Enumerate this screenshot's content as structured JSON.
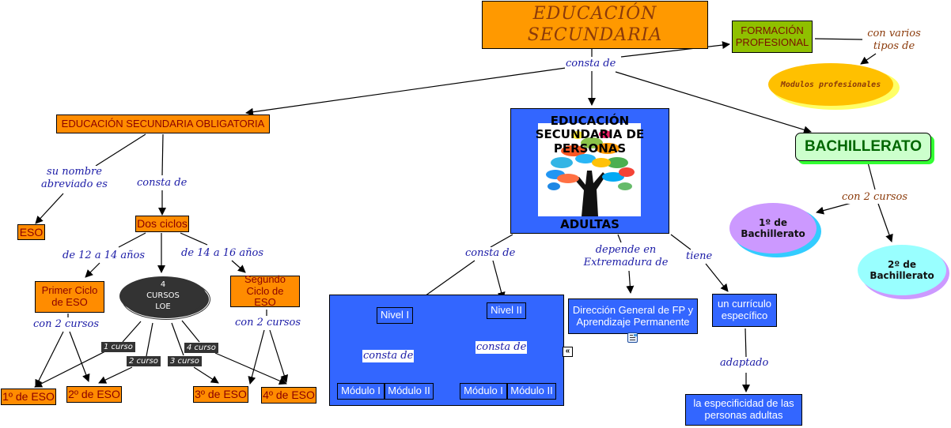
{
  "nodes": {
    "root": "EDUCACIÓN SECUNDARIA",
    "fp": "FORMACIÓN PROFESIONAL",
    "modulos_prof": "Modulos profesionales",
    "bachillerato": "BACHILLERATO",
    "bach1": "1º de Bachillerato",
    "bach2": "2º de Bachillerato",
    "eso_full": "EDUCACIÓN SECUNDARIA OBLIGATORIA",
    "eso": "ESO",
    "dos_ciclos": "Dos ciclos",
    "cursos_loe": "4 CURSOS LOE",
    "primer_ciclo": "Primer Ciclo de ESO",
    "segundo_ciclo": "Segundo Ciclo de ESO",
    "eso1": "1º de ESO",
    "eso2": "2º de ESO",
    "eso3": "3º de ESO",
    "eso4": "4º de ESO",
    "adultos_title": "EDUCACIÓN SECUNDARIA DE PERSONAS",
    "adultos_bottom": "ADULTAS",
    "nivel1": "Nivel I",
    "nivel2": "Nivel II",
    "n1_mod1": "Módulo I",
    "n1_mod2": "Módulo II",
    "n2_mod1": "Módulo I",
    "n2_mod2": "Módulo II",
    "direccion": "Dirección General de FP y Aprendizaje Permanente",
    "curriculo": "un currículo específico",
    "especificidad": "la especificidad de las personas adultas"
  },
  "links": {
    "root_consta": "consta de",
    "fp_tipos": "con varios tipos de",
    "bach_cursos": "con 2 cursos",
    "eso_nombre": "su nombre abreviado es",
    "eso_consta": "consta de",
    "edad_12_14": "de 12 a 14 años",
    "edad_14_16": "de 14 a 16 años",
    "primer_cursos": "con 2 cursos",
    "segundo_cursos": "con 2 cursos",
    "curso1": "1 curso",
    "curso2": "2 curso",
    "curso3": "3 curso",
    "curso4": "4 curso",
    "adultos_consta": "consta de",
    "depende": "depende en Extremadura de",
    "tiene": "tiene",
    "nivel1_consta": "consta de",
    "nivel2_consta": "consta de",
    "adaptado": "adaptado"
  },
  "icons": {
    "collapse": "«",
    "resource": "document-icon",
    "tree_image": "tree-image"
  },
  "colors": {
    "orange": "#ff8c00",
    "blue": "#3366ff",
    "fp_green": "#8fc000",
    "bach_green": "#ccffcc",
    "bach1_purple": "#cc99ff",
    "bach2_cyan": "#99ffff",
    "link_text": "#1a1aa6"
  }
}
